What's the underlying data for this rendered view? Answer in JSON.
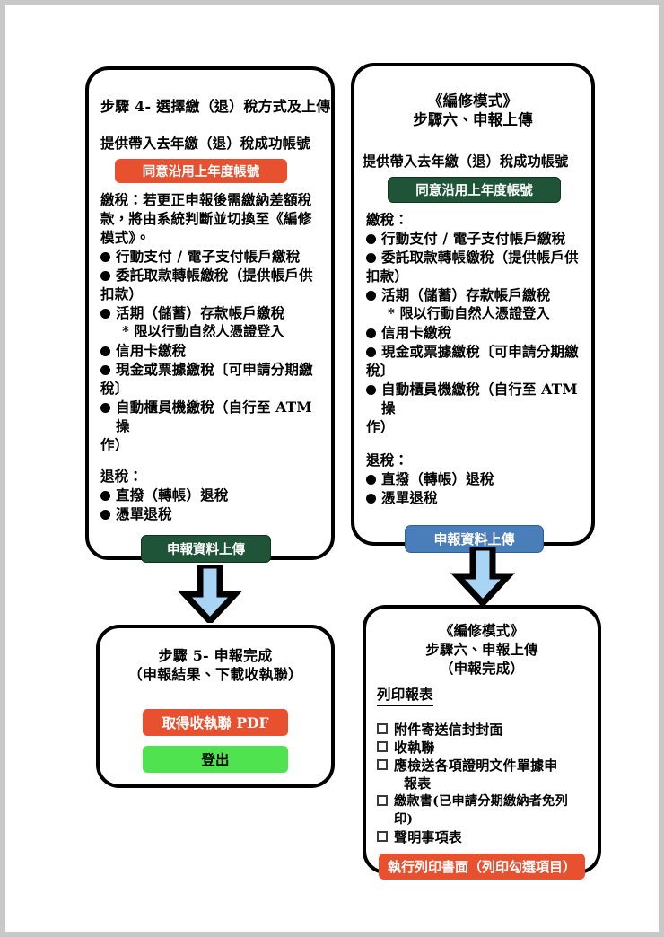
{
  "step4": {
    "title": "步驟 4- 選擇繳（退）稅方式及上傳",
    "lead": "提供帶入去年繳（退）稅成功帳號",
    "consent_button": "同意沿用上年度帳號",
    "pay_heading_lines": [
      "繳稅：若更正申報後需繳納差額稅",
      "款，將由系統判斷並切換至《編修",
      "模式》。"
    ],
    "pay_items": [
      "行動支付 / 電子支付帳戶繳稅",
      "委託取款轉帳繳稅（提供帳戶供",
      "活期（儲蓄）存款帳戶繳稅",
      "信用卡繳稅",
      "現金或票據繳稅〔可申請分期繳",
      "自動櫃員機繳稅（自行至 ATM 操"
    ],
    "pay_cont_2": "扣款）",
    "pay_note": "* 限以行動自然人憑證登入",
    "pay_cont_5": "稅〕",
    "pay_cont_6": "作）",
    "refund_heading": "退稅：",
    "refund_items": [
      "直撥（轉帳）退稅",
      "憑單退稅"
    ],
    "upload_button": "申報資料上傳"
  },
  "edit_upload": {
    "title_line1": "《編修模式》",
    "title_line2": "步驟六、申報上傳",
    "lead": "提供帶入去年繳（退）稅成功帳號",
    "consent_button": "同意沿用上年度帳號",
    "pay_heading": "繳稅：",
    "pay_items": [
      "行動支付 / 電子支付帳戶繳稅",
      "委託取款轉帳繳稅（提供帳戶供",
      "活期（儲蓄）存款帳戶繳稅",
      "信用卡繳稅",
      "現金或票據繳稅〔可申請分期繳",
      "自動櫃員機繳稅（自行至 ATM 操"
    ],
    "pay_cont_2": "扣款）",
    "pay_note": "* 限以行動自然人憑證登入",
    "pay_cont_5": "稅〕",
    "pay_cont_6": "作）",
    "refund_heading": "退稅：",
    "refund_items": [
      "直撥（轉帳）退稅",
      "憑單退稅"
    ],
    "upload_button": "申報資料上傳"
  },
  "step5": {
    "title_line1": "步驟 5- 申報完成",
    "title_line2": "（申報結果、下載收執聯）",
    "pdf_button": "取得收執聯 PDF",
    "logout_button": "登出"
  },
  "edit_done": {
    "title_line1": "《編修模式》",
    "title_line2": "步驟六、申報上傳",
    "title_line3": "（申報完成）",
    "section_heading": "列印報表",
    "checkboxes": [
      "附件寄送信封封面",
      "收執聯",
      "應檢送各項證明文件單據申",
      "繳款書(已申請分期繳納者免列印)",
      "聲明事項表"
    ],
    "checkbox_3_cont": "報表",
    "print_button": "執行列印書面（列印勾選項目）"
  },
  "colors": {
    "orange": "#e8512f",
    "dark_green": "#1f5438",
    "blue": "#4a7ebb",
    "light_green": "#4fe44f",
    "arrow_fill": "#a8d4f5",
    "outline": "#000000"
  }
}
